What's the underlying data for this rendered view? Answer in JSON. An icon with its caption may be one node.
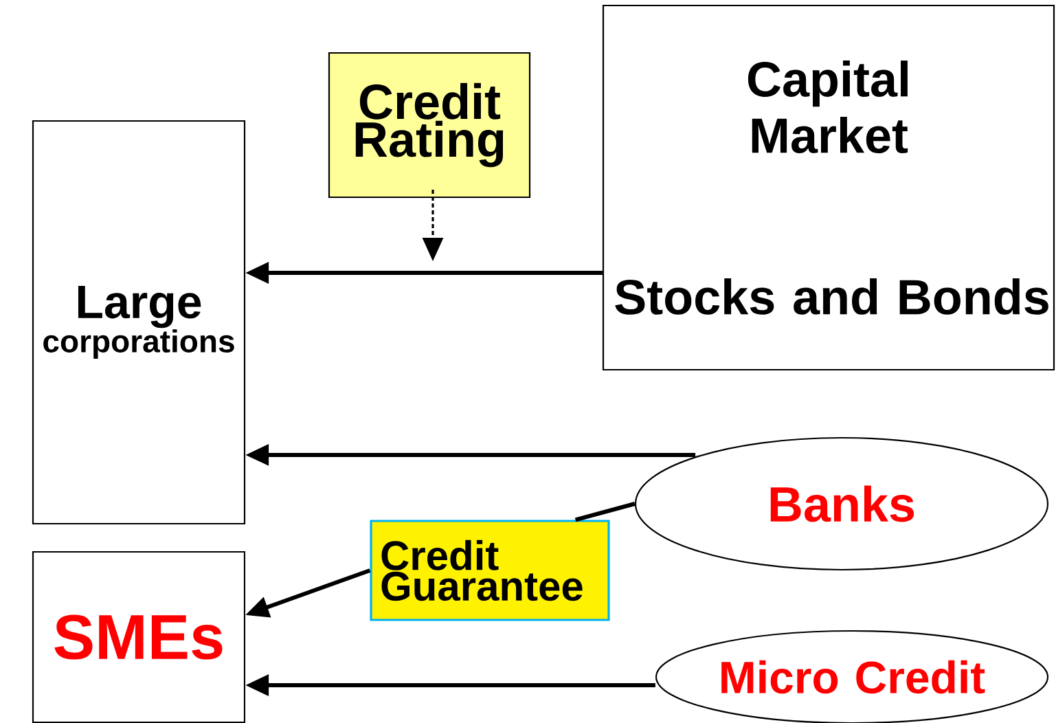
{
  "diagram": {
    "nodes": [
      {
        "text": [
          "Large",
          "corporations"
        ]
      },
      {
        "text": [
          "Credit Rating"
        ]
      },
      {
        "text": [
          "Capital Market",
          "Stocks and Bonds"
        ]
      },
      {
        "text": [
          "Banks"
        ]
      },
      {
        "text": [
          "SMEs"
        ]
      },
      {
        "text": [
          "Credit Guarantee"
        ]
      },
      {
        "text": [
          "Micro Credit"
        ]
      }
    ],
    "edges": [
      {
        "from": 2,
        "to": 0,
        "arrow": "to"
      },
      {
        "from": 1,
        "to": null,
        "arrow": "to",
        "style": "dashed"
      },
      {
        "from": 3,
        "to": 0,
        "arrow": "to"
      },
      {
        "from": 3,
        "to": 5,
        "arrow": "none"
      },
      {
        "from": 5,
        "to": 4,
        "arrow": "to"
      },
      {
        "from": 6,
        "to": 4,
        "arrow": "to"
      }
    ]
  }
}
